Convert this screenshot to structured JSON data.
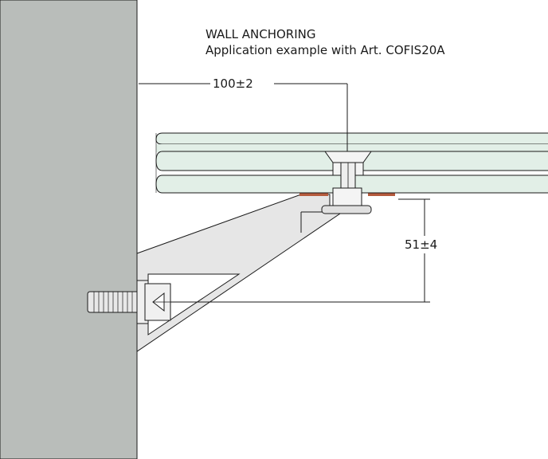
{
  "title": "WALL ANCHORING",
  "subtitle": "Application example with Art. COFIS20A",
  "dimensions": {
    "horizontal": "100±2",
    "vertical": "51±4"
  },
  "colors": {
    "wall": "#b9bdba",
    "glass": "#e2efe7",
    "bracket": "#e6e6e6",
    "gasket": "#b55a3c",
    "line": "#1a1a1a"
  }
}
